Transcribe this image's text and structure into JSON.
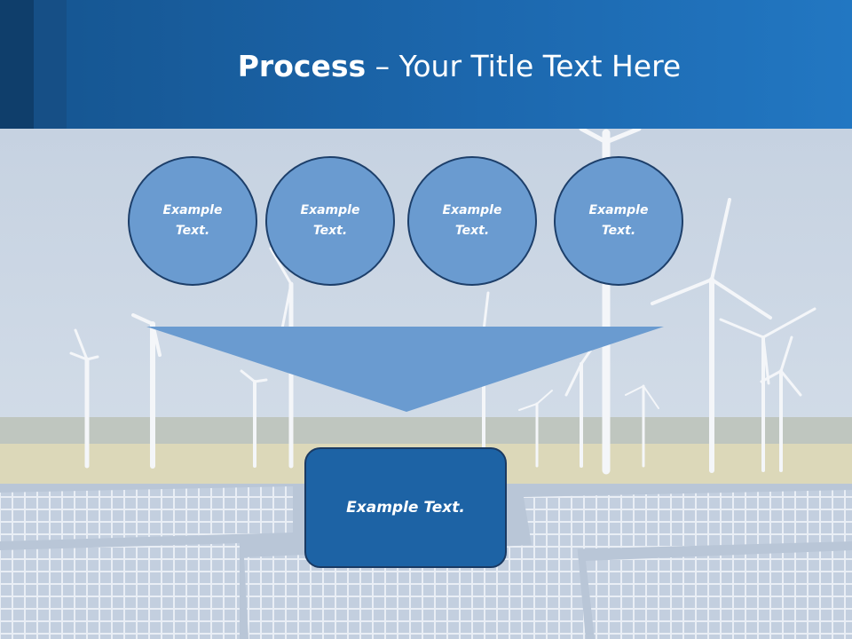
{
  "slide": {
    "title_bold": "Process",
    "title_rest": " – Your Title Text Here",
    "circles": [
      {
        "text": "Example\nText."
      },
      {
        "text": "Example\nText."
      },
      {
        "text": "Example\nText."
      },
      {
        "text": "Example\nText."
      }
    ],
    "result_text": "Example Text."
  },
  "colors": {
    "header": "#1c67ad",
    "circle_fill": "#6a9bd0",
    "circle_border": "#1d3f6a",
    "funnel_fill": "#6a9bd0",
    "result_fill": "#1d63a5"
  },
  "background_scene": "wind-turbines-and-solar-panels"
}
